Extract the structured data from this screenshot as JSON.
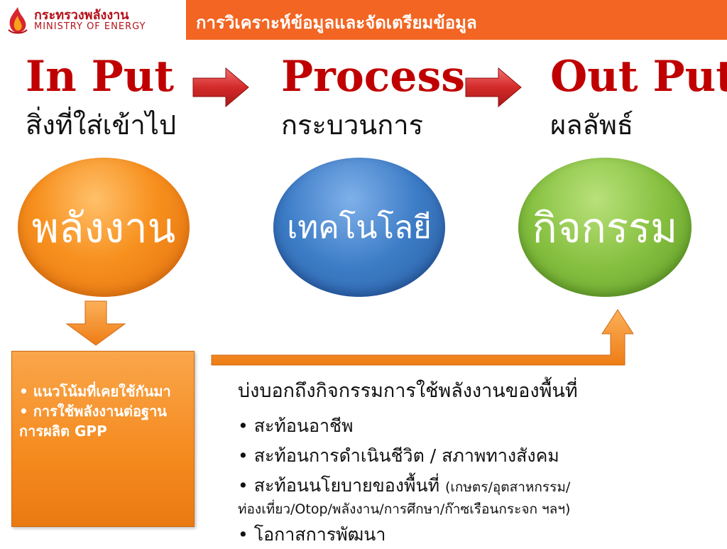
{
  "header": {
    "logo_th": "กระทรวงพลังงาน",
    "logo_en": "MINISTRY OF ENERGY",
    "title": "การวิเคราะห์ข้อมูลและจัดเตรียมข้อมูล"
  },
  "stages": [
    {
      "title": "In Put",
      "subtitle": "สิ่งที่ใส่เข้าไป",
      "oval": "พลังงาน"
    },
    {
      "title": "Process",
      "subtitle": "กระบวนการ",
      "oval": "เทคโนโลยี"
    },
    {
      "title": "Out Put",
      "subtitle": "ผลลัพธ์",
      "oval": "กิจกรรม"
    }
  ],
  "box": {
    "bullet1": "• แนวโน้มที่เคยใช้กันมา",
    "bullet2": "• การใช้พลังงานต่อฐานการผลิต GPP"
  },
  "indicators": {
    "heading": "บ่งบอกถึงกิจกรรมการใช้พลังงานของพื้นที่",
    "item1": "• สะท้อนอาชีพ",
    "item2": "• สะท้อนการดำเนินชีวิต / สภาพทางสังคม",
    "item3_main": "• สะท้อนนโยบายของพื้นที่ ",
    "item3_note": "(เกษตร/อุตสาหกรรม/",
    "item3_line2": "ท่องเที่ยว/Otop/พลังงาน/การศึกษา/ก๊าซเรือนกระจก ฯลฯ)",
    "item4": "• โอกาสการพัฒนา"
  },
  "colors": {
    "header_bar": "#f26522",
    "title_red": "#c00000",
    "energy": "#f7901e",
    "tech": "#3c7cc6",
    "activity": "#86c040"
  }
}
